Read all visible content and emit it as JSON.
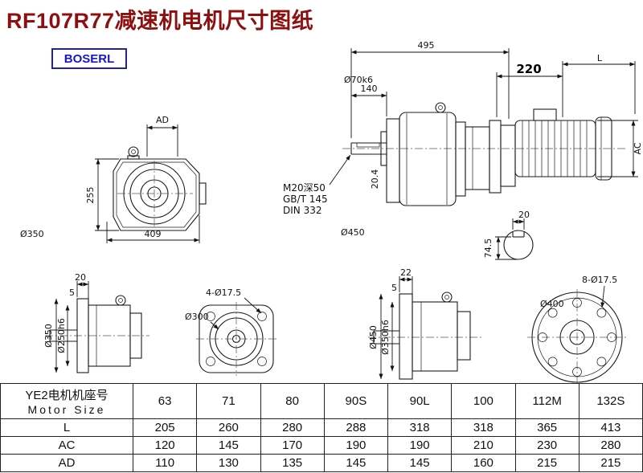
{
  "theme": {
    "title_color": "#8e0f0f",
    "logo_color": "#1616c8",
    "logo_border_color": "#26267a",
    "line_color": "#1b1b1b"
  },
  "header": {
    "title": "RF107R77减速机电机尺寸图纸",
    "logo_text": "BOSERL"
  },
  "dims": {
    "front": {
      "ad": "AD",
      "h": "255",
      "w": "409",
      "od": "Ø350"
    },
    "side": {
      "total": "495",
      "shaft_len": "140",
      "shaft_d": "Ø70k6",
      "tap": "M20深50",
      "std1": "GB/T 145",
      "std2": "DIN 332",
      "flange_od": "Ø450",
      "key_depth": "20.4",
      "motor_a": "220",
      "motor_l": "L",
      "motor_ac": "AC",
      "key_w": "20",
      "key_h": "74.5"
    },
    "flange_a": {
      "w": "20",
      "t": "5",
      "od": "Ø350",
      "pilot": "Ø250h6"
    },
    "flange_b": {
      "holes": "4-Ø17.5",
      "od": "Ø300"
    },
    "flange_c": {
      "w": "22",
      "t": "5",
      "od": "Ø450",
      "pilot": "Ø350h6"
    },
    "flange_d": {
      "holes": "8-Ø17.5",
      "od": "Ø400"
    }
  },
  "table": {
    "header": {
      "line1": "YE2电机机座号",
      "line2": "Motor Size"
    },
    "sizes": [
      "63",
      "71",
      "80",
      "90S",
      "90L",
      "100",
      "112M",
      "132S"
    ],
    "rows": [
      {
        "label": "L",
        "values": [
          "205",
          "260",
          "280",
          "288",
          "318",
          "318",
          "365",
          "413"
        ]
      },
      {
        "label": "AC",
        "values": [
          "120",
          "145",
          "170",
          "190",
          "190",
          "210",
          "230",
          "280"
        ]
      },
      {
        "label": "AD",
        "values": [
          "110",
          "130",
          "135",
          "145",
          "145",
          "160",
          "215",
          "215"
        ]
      }
    ]
  }
}
